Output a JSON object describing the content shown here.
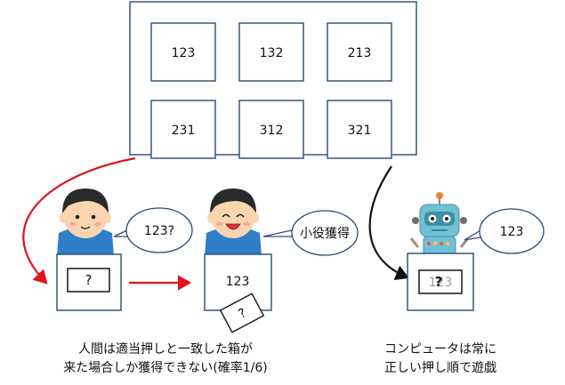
{
  "permutations": [
    "123",
    "132",
    "213",
    "231",
    "312",
    "321"
  ],
  "human1": {
    "bubble": "123?",
    "box_label": "?"
  },
  "human2": {
    "bubble": "小役獲得",
    "box_value": "123",
    "card_label": "?"
  },
  "robot": {
    "bubble": "123",
    "box_value": "123",
    "box_overlay": "?"
  },
  "captions": {
    "left": [
      "人間は適当押しと一致した箱が",
      "来た場合しか獲得できない(確率1/6)"
    ],
    "right": [
      "コンピュータは常に",
      "正しい押し順で遊戯"
    ]
  },
  "colors": {
    "red_arrow": "#e0141e",
    "black_arrow": "#111111",
    "box_border": "#2a4a73"
  },
  "icons": [
    "boy-head-icon",
    "smiling-boy-head-icon",
    "robot-head-icon"
  ]
}
